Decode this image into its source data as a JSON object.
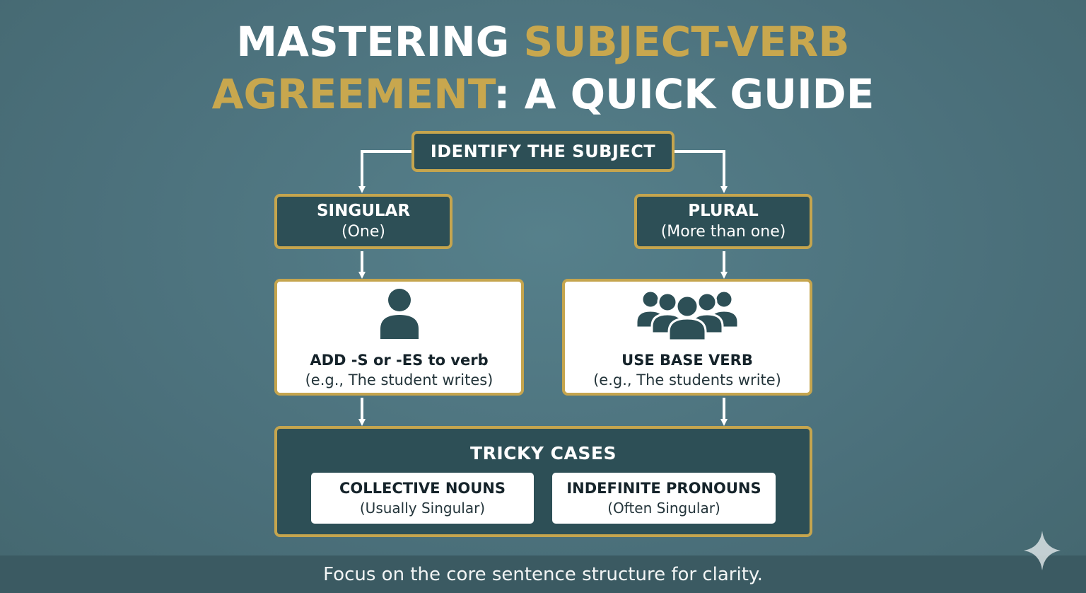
{
  "title": {
    "line1_white": "MASTERING ",
    "line1_gold": "SUBJECT-VERB",
    "line2_gold": "AGREEMENT",
    "line2_white": ": A QUICK GUIDE"
  },
  "flow": {
    "start": "IDENTIFY THE SUBJECT",
    "singular": {
      "title": "SINGULAR",
      "subtitle": "(One)",
      "icon": "person-icon",
      "rule": "ADD -S or -ES to verb",
      "example": "(e.g., The student writes)"
    },
    "plural": {
      "title": "PLURAL",
      "subtitle": "(More than one)",
      "icon": "group-icon",
      "rule": "USE BASE VERB",
      "example": "(e.g., The students write)"
    },
    "tricky": {
      "title": "TRICKY CASES",
      "cases": [
        {
          "name": "COLLECTIVE NOUNS",
          "note": "(Usually Singular)"
        },
        {
          "name": "INDEFINITE PRONOUNS",
          "note": "(Often Singular)"
        }
      ]
    }
  },
  "footer": "Focus on the core sentence structure for clarity.",
  "colors": {
    "background": "#4e7480",
    "box_dark": "#2d4f56",
    "border_gold": "#c5a54e",
    "title_gold": "#c8a74e"
  }
}
